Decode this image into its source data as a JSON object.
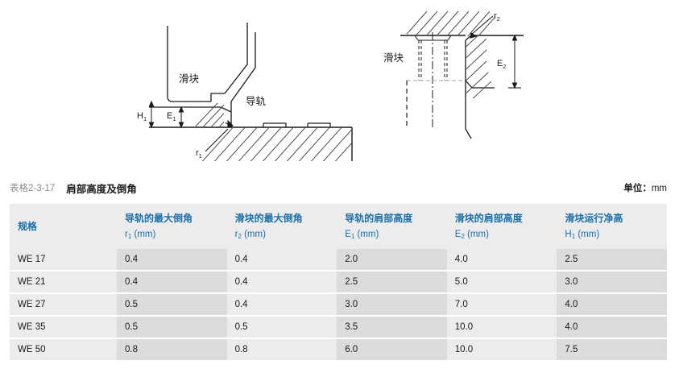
{
  "diagram": {
    "left": {
      "name": "rail-shoulder-chamfer-section-view",
      "labels": {
        "slider": "滑块",
        "rail": "导轨",
        "dim_h1": "H",
        "dim_h1_sub": "1",
        "dim_e1": "E",
        "dim_e1_sub": "1",
        "radius_r1": "r",
        "radius_r1_sub": "1"
      }
    },
    "right": {
      "name": "slider-shoulder-height-section-view",
      "labels": {
        "slider": "滑块",
        "dim_e2": "E",
        "dim_e2_sub": "2",
        "radius_r2": "r",
        "radius_r2_sub": "2"
      }
    }
  },
  "caption": {
    "number": "表格2-3-17",
    "title": "肩部高度及倒角",
    "unit_label": "单位：",
    "unit_value": "mm"
  },
  "table": {
    "headers": [
      {
        "line1": "规格",
        "line2": ""
      },
      {
        "line1": "导轨的最大倒角",
        "line2_prefix": "r",
        "line2_sub": "1",
        "line2_suffix": " (mm)"
      },
      {
        "line1": "滑块的最大倒角",
        "line2_prefix": "r",
        "line2_sub": "2",
        "line2_suffix": " (mm)"
      },
      {
        "line1": "导轨的肩部高度",
        "line2_prefix": "E",
        "line2_sub": "1",
        "line2_suffix": " (mm)"
      },
      {
        "line1": "滑块的肩部高度",
        "line2_prefix": "E",
        "line2_sub": "2",
        "line2_suffix": " (mm)"
      },
      {
        "line1": "滑块运行净高",
        "line2_prefix": "H",
        "line2_sub": "1",
        "line2_suffix": " (mm)"
      }
    ],
    "rows": [
      {
        "spec": "WE 17",
        "r1": "0.4",
        "r2": "0.4",
        "e1": "2.0",
        "e2": "4.0",
        "h1": "2.5"
      },
      {
        "spec": "WE 21",
        "r1": "0.4",
        "r2": "0.4",
        "e1": "2.5",
        "e2": "5.0",
        "h1": "3.0"
      },
      {
        "spec": "WE 27",
        "r1": "0.5",
        "r2": "0.4",
        "e1": "3.0",
        "e2": "7.0",
        "h1": "4.0"
      },
      {
        "spec": "WE 35",
        "r1": "0.5",
        "r2": "0.5",
        "e1": "3.5",
        "e2": "10.0",
        "h1": "4.0"
      },
      {
        "spec": "WE 50",
        "r1": "0.8",
        "r2": "0.8",
        "e1": "6.0",
        "e2": "10.0",
        "h1": "7.5"
      }
    ]
  },
  "colors": {
    "header_text": "#1b6ea8",
    "header_bg": "#ececec",
    "cell_light": "#ececec",
    "cell_dark": "#dcdcdc",
    "caption_number": "#8b8b8b",
    "body_text": "#1a1a1a"
  }
}
